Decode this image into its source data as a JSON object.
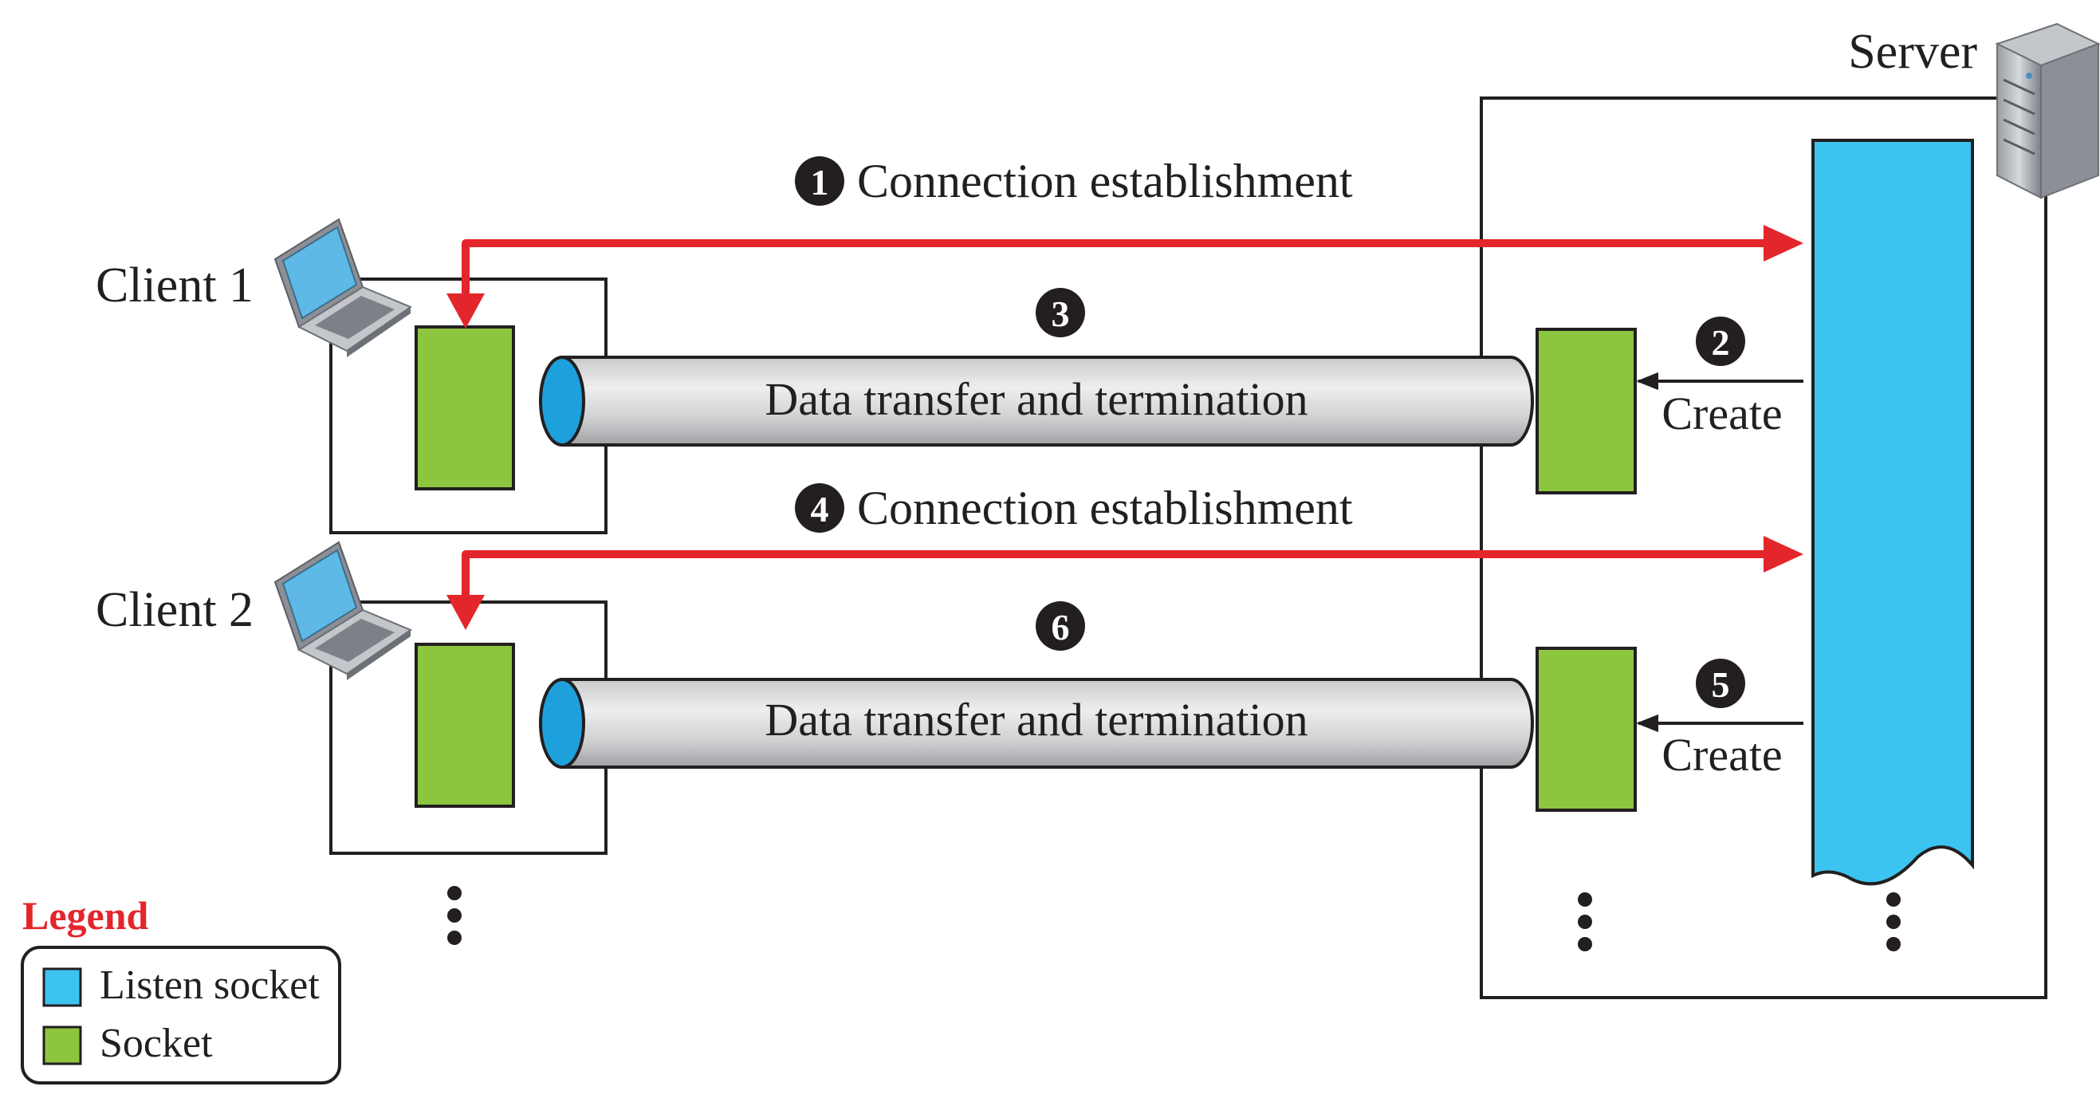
{
  "server": {
    "label": "Server"
  },
  "clients": [
    {
      "label": "Client 1"
    },
    {
      "label": "Client 2"
    }
  ],
  "steps": [
    {
      "number": "1",
      "text": "Connection establishment"
    },
    {
      "number": "2",
      "text": "Create"
    },
    {
      "number": "3",
      "text": ""
    },
    {
      "number": "4",
      "text": "Connection establishment"
    },
    {
      "number": "5",
      "text": "Create"
    },
    {
      "number": "6",
      "text": ""
    }
  ],
  "pipes": [
    {
      "text": "Data transfer and termination"
    },
    {
      "text": "Data transfer and termination"
    }
  ],
  "legend": {
    "title": "Legend",
    "items": [
      {
        "label": "Listen socket",
        "color": "#3cc4f0"
      },
      {
        "label": "Socket",
        "color": "#8cc63f"
      }
    ]
  },
  "colors": {
    "arrow": "#e3262b",
    "listen_socket": "#3cc4f0",
    "socket": "#8cc63f",
    "legend_title": "#e3262b",
    "outline": "#231f20"
  }
}
